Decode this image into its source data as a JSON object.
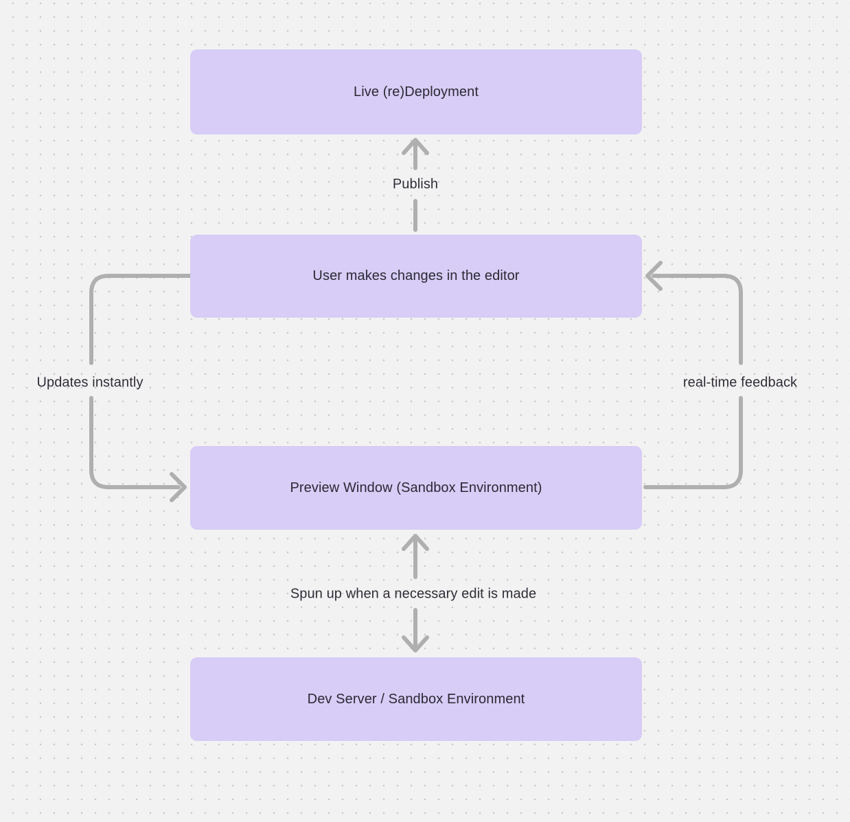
{
  "diagram": {
    "nodes": [
      {
        "label": "Live (re)Deployment"
      },
      {
        "label": "User makes changes in the editor"
      },
      {
        "label": "Preview Window (Sandbox Environment)"
      },
      {
        "label": "Dev Server / Sandbox Environment"
      }
    ],
    "edge_labels": [
      {
        "label": "Publish"
      },
      {
        "label": "Updates instantly"
      },
      {
        "label": "real-time feedback"
      },
      {
        "label": "Spun up when a necessary edit is made"
      }
    ],
    "colors": {
      "background": "#f3f2f2",
      "grid_dot": "#c9c9c9",
      "node_fill": "#d7cdf6",
      "node_text": "#2b2834",
      "arrow": "#afafaf",
      "label_text": "#2f2c36"
    }
  }
}
